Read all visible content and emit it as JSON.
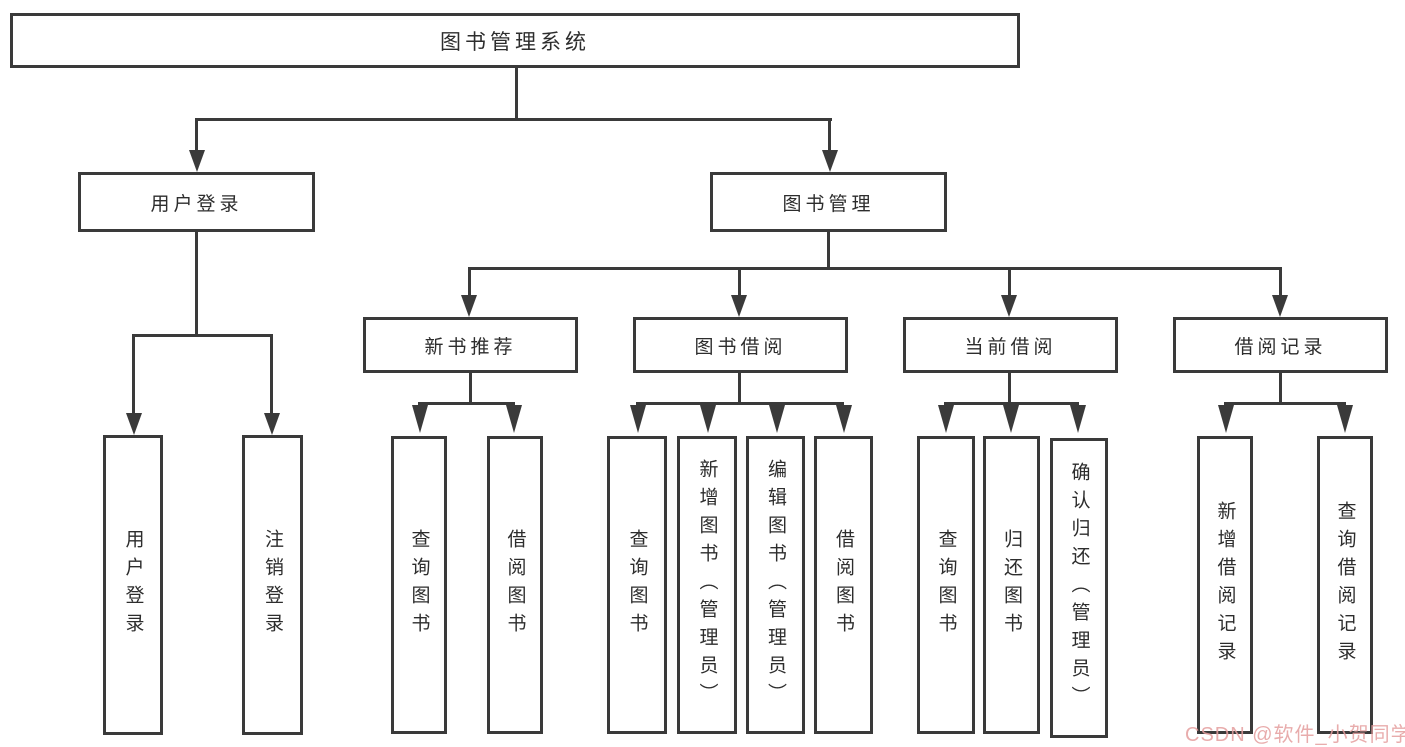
{
  "nodes": {
    "root": "图书管理系统",
    "user_login": "用户登录",
    "book_mgmt": "图书管理",
    "login_children": [
      "用户登录",
      "注销登录"
    ],
    "mgmt_children": [
      "新书推荐",
      "图书借阅",
      "当前借阅",
      "借阅记录"
    ],
    "new_book_children": [
      "查询图书",
      "借阅图书"
    ],
    "borrow_children": [
      "查询图书",
      "新增图书（管理员）",
      "编辑图书（管理员）",
      "借阅图书"
    ],
    "current_children": [
      "查询图书",
      "归还图书",
      "确认归还（管理员）"
    ],
    "record_children": [
      "新增借阅记录",
      "查询借阅记录"
    ]
  },
  "watermark": {
    "text": "CSDN @软件_小贺同学"
  },
  "colors": {
    "line": "#3a3a3a",
    "text": "#2d2d2d",
    "watermark": "#e59e9e",
    "background": "#ffffff"
  }
}
